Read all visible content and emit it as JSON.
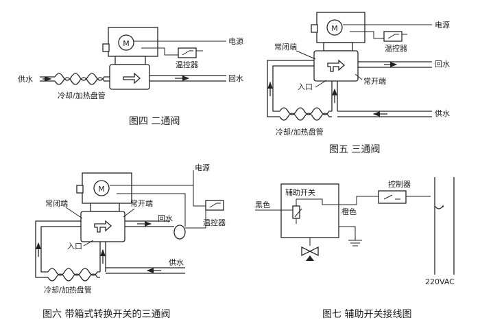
{
  "fig4": {
    "caption": "图四  二通阀",
    "motor": "M",
    "power": "电源",
    "thermostat": "温控器",
    "supply": "供水",
    "return": "回水",
    "coil": "冷却/加热盘管"
  },
  "fig5": {
    "caption": "图五  三通阀",
    "motor": "M",
    "power": "电源",
    "thermostat": "温控器",
    "nc": "常闭端",
    "no": "常开端",
    "inlet": "入口",
    "return": "回水",
    "supply": "供水",
    "coil": "冷却/加热盘管"
  },
  "fig6": {
    "caption": "图六 带箱式转换开关的三通阀",
    "motor": "M",
    "power": "电源",
    "thermostat": "温控器",
    "nc": "常闭端",
    "no": "常开端",
    "inlet": "入口",
    "return": "回水",
    "supply": "供水",
    "coil": "冷却/加热盘管"
  },
  "fig7": {
    "caption": "图七  辅助开关接线图",
    "aux": "辅助开关",
    "controller": "控制器",
    "black": "黑色",
    "orange": "橙色",
    "voltage": "220VAC"
  }
}
